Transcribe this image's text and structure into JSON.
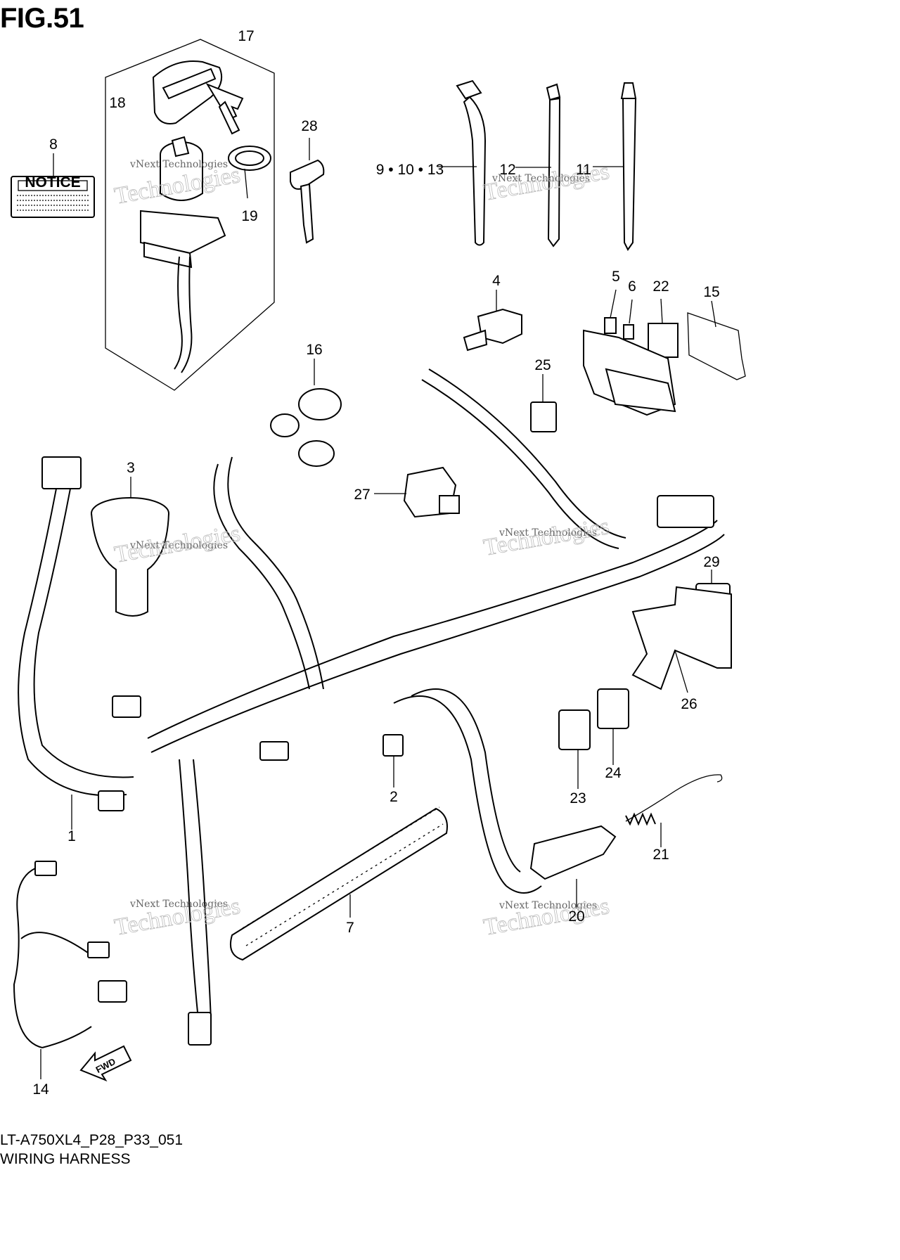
{
  "figure": {
    "title": "FIG.51",
    "code": "LT-A750XL4_P28_P33_051",
    "name": "WIRING HARNESS"
  },
  "notice_label": "NOTICE",
  "fwd_label": "FWD",
  "watermark": "vNext Technologies",
  "watermark_big": "Technologies",
  "callouts": {
    "c1": "1",
    "c2": "2",
    "c3": "3",
    "c4": "4",
    "c5": "5",
    "c6": "6",
    "c7": "7",
    "c8": "8",
    "c9_10_13": "9 • 10 • 13",
    "c11": "11",
    "c12": "12",
    "c14": "14",
    "c15": "15",
    "c16": "16",
    "c17": "17",
    "c18": "18",
    "c19": "19",
    "c20": "20",
    "c21": "21",
    "c22": "22",
    "c23": "23",
    "c24": "24",
    "c25": "25",
    "c26": "26",
    "c27": "27",
    "c28": "28",
    "c29": "29"
  }
}
